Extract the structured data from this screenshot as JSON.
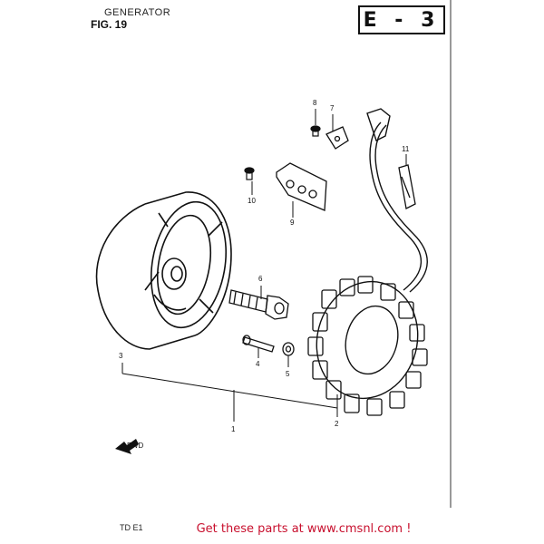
{
  "header": {
    "section": "GENERATOR",
    "figure": "FIG. 19",
    "ref_code": "E - 3"
  },
  "diagram": {
    "part_numbers": [
      "1",
      "2",
      "3",
      "4",
      "5",
      "6",
      "7",
      "8",
      "9",
      "10",
      "11"
    ],
    "forward_marker": "FWD"
  },
  "footer": {
    "code": "TD E1",
    "cta": "Get these parts at www.cmsnl.com !"
  }
}
